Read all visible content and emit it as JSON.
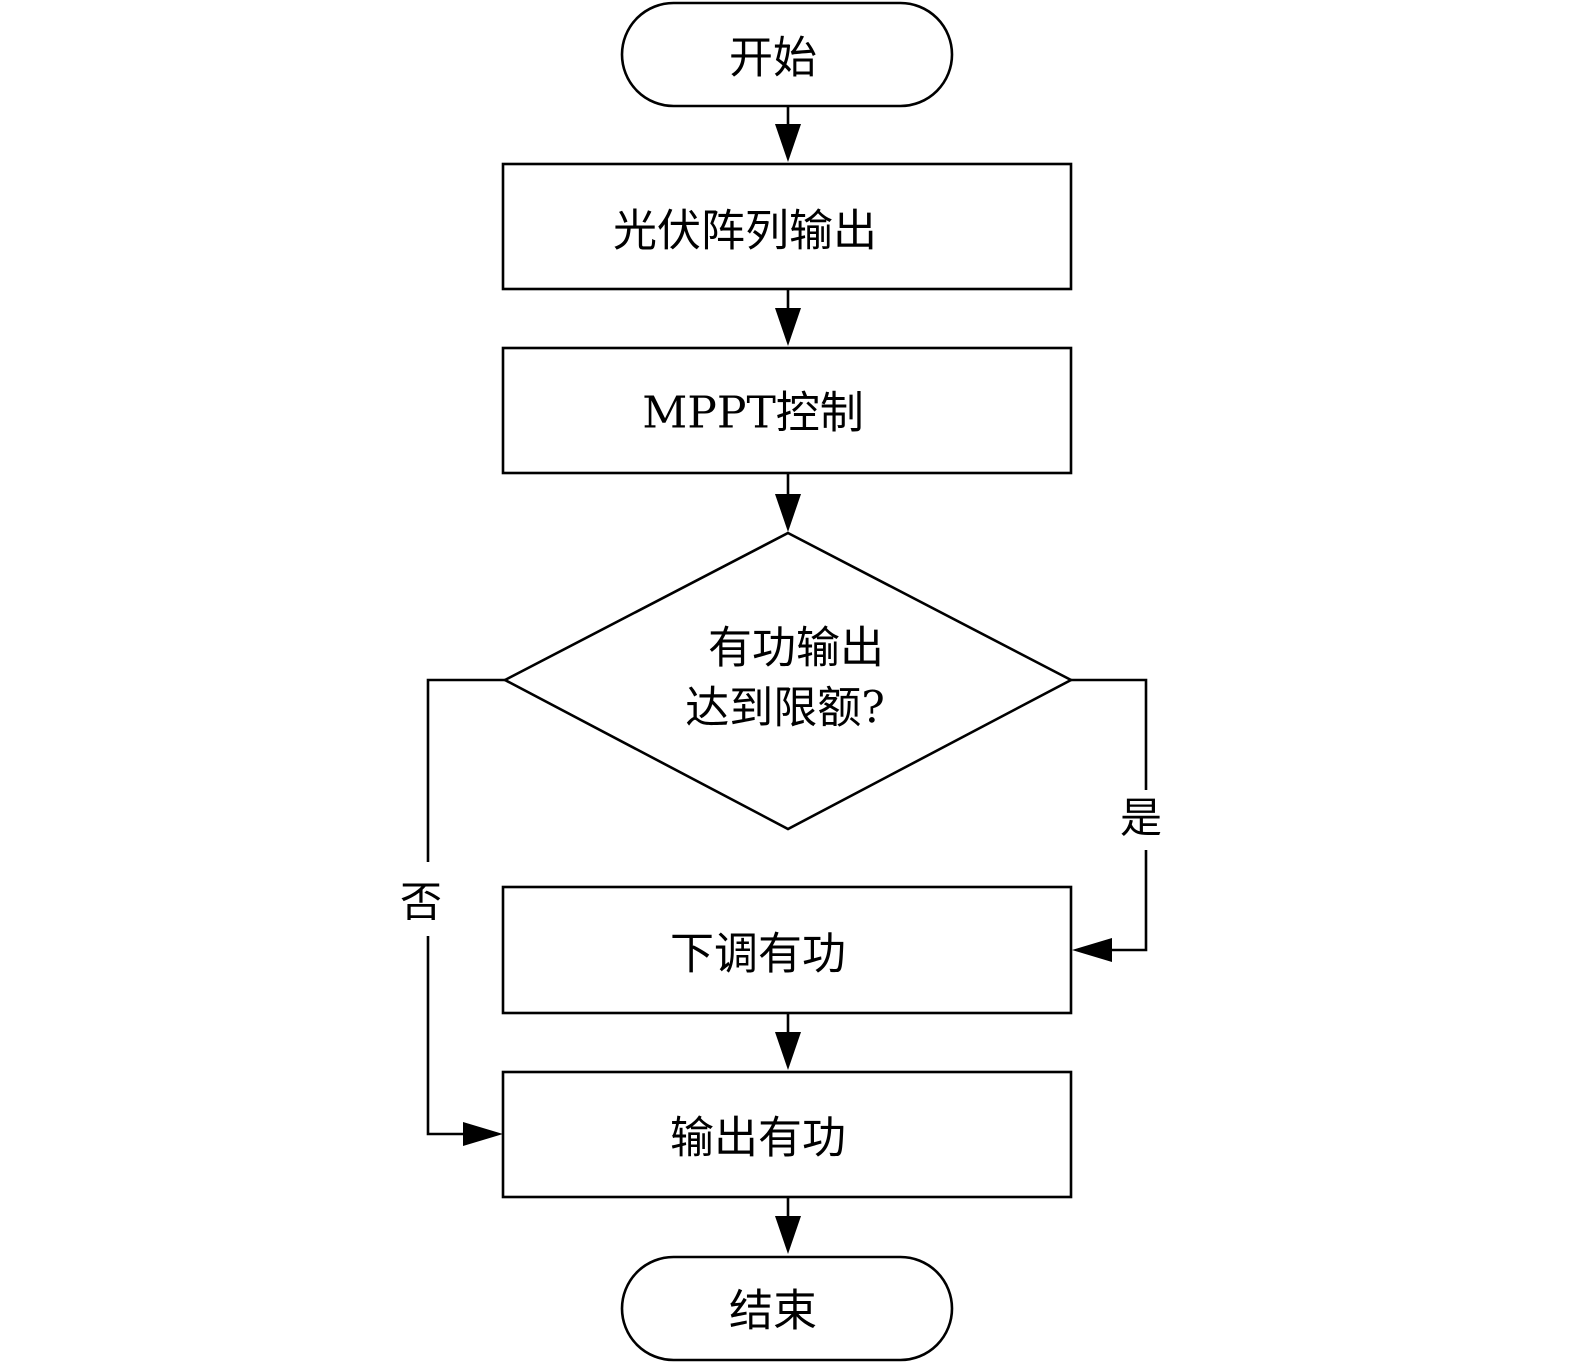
{
  "nodes": {
    "start": "开始",
    "pv_output": "光伏阵列输出",
    "mppt": "MPPT控制",
    "decision_line1": "有功输出",
    "decision_line2": "达到限额?",
    "reduce_active": "下调有功",
    "output_active": "输出有功",
    "end": "结束"
  },
  "edges": {
    "yes_label": "是",
    "no_label": "否"
  }
}
